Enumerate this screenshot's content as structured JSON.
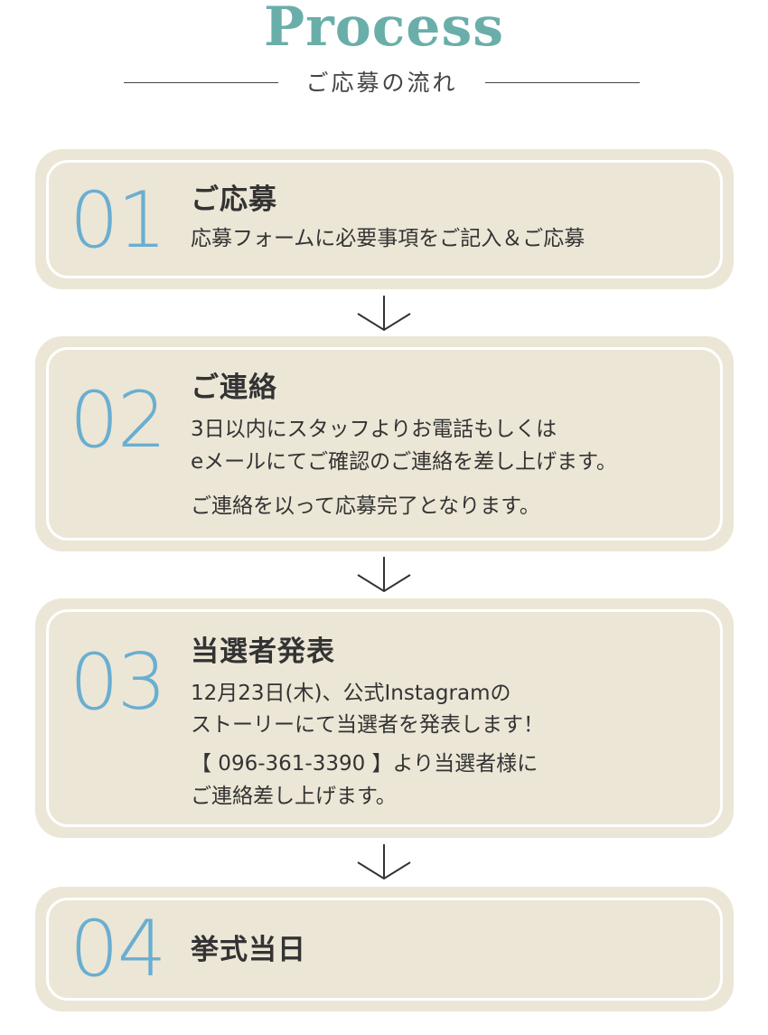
{
  "heading": {
    "title": "Process",
    "subtitle": "ご応募の流れ"
  },
  "steps": [
    {
      "number": "01",
      "title": "ご応募",
      "lines": [
        "応募フォームに必要事項をご記入＆ご応募"
      ]
    },
    {
      "number": "02",
      "title": "ご連絡",
      "lines": [
        "3日以内にスタッフよりお電話もしくは",
        "eメールにてご確認のご連絡を差し上げます。",
        "ご連絡を以って応募完了となります。"
      ]
    },
    {
      "number": "03",
      "title": "当選者発表",
      "lines": [
        "12月23日(木)、公式Instagramの",
        "ストーリーにて当選者を発表します！",
        "【 096-361-3390 】より当選者様に",
        "ご連絡差し上げます。"
      ]
    },
    {
      "number": "04",
      "title": "挙式当日",
      "lines": []
    }
  ],
  "icons": {
    "step_arrow": "arrow-down-icon"
  },
  "colors": {
    "accent_teal": "#6aaea9",
    "number_blue": "#6aaed0",
    "card_bg": "#ece6d6",
    "card_border": "#ffffff",
    "text": "#333333"
  }
}
